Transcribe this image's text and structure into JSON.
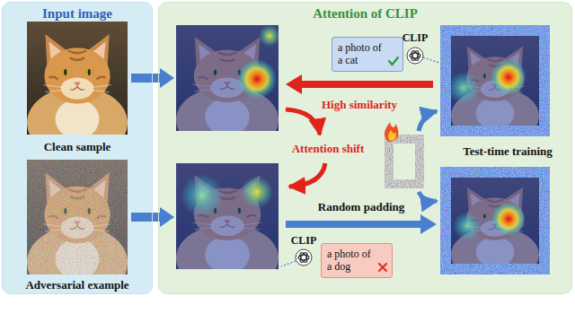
{
  "diagram": {
    "nodes": [
      {
        "text": [
          "Input image"
        ]
      },
      {
        "text": [
          "Attention of CLIP"
        ]
      },
      {
        "text": [
          "a photo of a cat"
        ],
        "in": 1
      },
      {
        "text": [
          "a photo of a dog"
        ],
        "in": 1
      }
    ],
    "labels": [
      "Clean sample",
      "Adversarial example",
      "High similarity",
      "Attention shift",
      "Test-time training",
      "Random padding",
      "CLIP",
      "CLIP"
    ]
  }
}
